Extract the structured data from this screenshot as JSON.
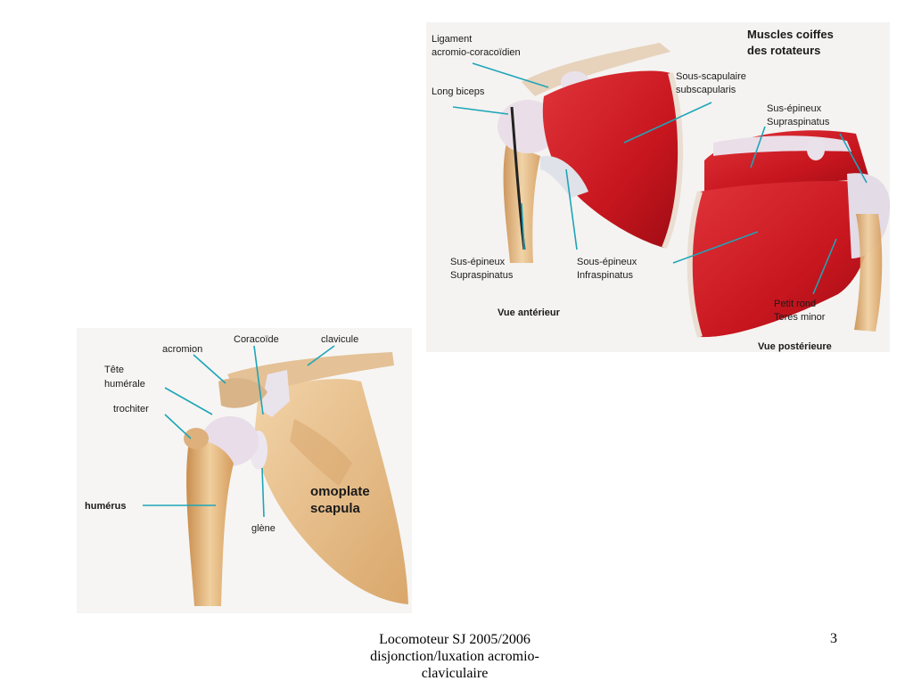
{
  "figure_top": {
    "title_line1": "Muscles coiffes",
    "title_line2": "des rotateurs",
    "labels": {
      "ligament_line1": "Ligament",
      "ligament_line2": "acromio-coracoïdien",
      "long_biceps": "Long biceps",
      "sous_scapulaire_line1": "Sous-scapulaire",
      "sous_scapulaire_line2": "subscapularis",
      "sus_epineux_post_line1": "Sus-épineux",
      "sus_epineux_post_line2": "Supraspinatus",
      "sus_epineux_ant_line1": "Sus-épineux",
      "sus_epineux_ant_line2": "Supraspinatus",
      "sous_epineux_line1": "Sous-épineux",
      "sous_epineux_line2": "Infraspinatus",
      "petit_rond_line1": "Petit rond",
      "petit_rond_line2": "Teres minor",
      "vue_anterieur": "Vue antérieur",
      "vue_posterieure": "Vue postérieure"
    }
  },
  "figure_bottom": {
    "labels": {
      "coracoide": "Coracoïde",
      "clavicule": "clavicule",
      "acromion": "acromion",
      "tete_line1": "Tête",
      "tete_line2": "humérale",
      "trochiter": "trochiter",
      "humerus": "humérus",
      "glene": "glène",
      "omoplate": "omoplate",
      "scapula": "scapula"
    }
  },
  "footer": {
    "line1": "Locomoteur SJ 2005/2006",
    "line2": "disjonction/luxation acromio-",
    "line3": "claviculaire"
  },
  "page_number": "3"
}
